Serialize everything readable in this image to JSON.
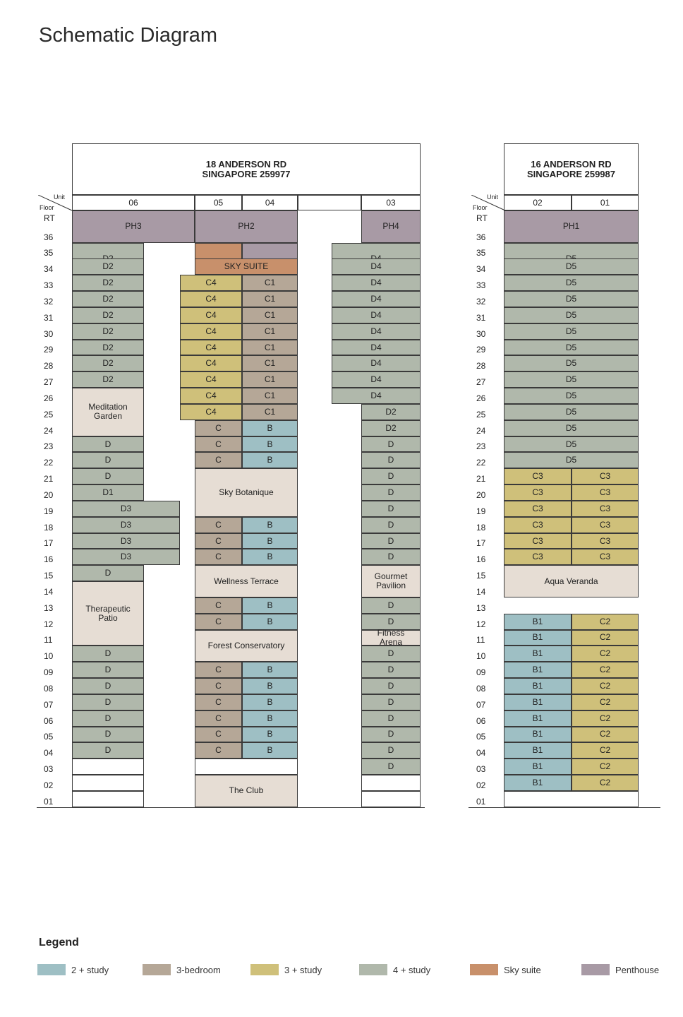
{
  "title": "Schematic Diagram",
  "colors": {
    "two_study": "#9ebfc4",
    "three_bed": "#b5a797",
    "three_study": "#cfc07a",
    "four_study": "#b0b8ab",
    "sky_suite": "#c8906b",
    "penthouse": "#a89aa5",
    "facility": "#e6ddd4",
    "empty": "#ffffff"
  },
  "corner": {
    "unit": "Unit",
    "floor": "Floor"
  },
  "building_18": {
    "address": "18 ANDERSON RD\nSINGAPORE 259977",
    "units": [
      "06",
      "05",
      "04",
      "03"
    ]
  },
  "building_16": {
    "address": "16 ANDERSON RD\nSINGAPORE 259987",
    "units": [
      "02",
      "01"
    ]
  },
  "floors_left": [
    "RT",
    "36",
    "35",
    "34",
    "33",
    "32",
    "31",
    "30",
    "29",
    "28",
    "27",
    "26",
    "25",
    "24",
    "23",
    "22",
    "21",
    "20",
    "19",
    "18",
    "17",
    "16",
    "15",
    "14",
    "13",
    "12",
    "11",
    "10",
    "09",
    "08",
    "07",
    "06",
    "05",
    "04",
    "03",
    "02",
    "01"
  ],
  "floors_right": [
    "RT",
    "36",
    "35",
    "34",
    "33",
    "32",
    "31",
    "30",
    "29",
    "28",
    "27",
    "26",
    "25",
    "24",
    "23",
    "22",
    "21",
    "20",
    "19",
    "18",
    "17",
    "16",
    "15",
    "14",
    "13",
    "12",
    "11",
    "10",
    "09",
    "08",
    "07",
    "06",
    "05",
    "04",
    "03",
    "02",
    "01"
  ],
  "facilities": {
    "sky_suite": "SKY SUITE",
    "meditation_garden": "Meditation\nGarden",
    "sky_botanique": "Sky Botanique",
    "wellness_terrace": "Wellness Terrace",
    "gourmet_pavilion": "Gourmet\nPavilion",
    "therapeutic_patio": "Therapeutic\nPatio",
    "fitness_arena": "Fitness\nArena",
    "forest_conservatory": "Forest Conservatory",
    "the_club": "The Club",
    "aqua_veranda": "Aqua Veranda"
  },
  "unit_types": {
    "PH1": "PH1",
    "PH2": "PH2",
    "PH3": "PH3",
    "PH4": "PH4",
    "D": "D",
    "D1": "D1",
    "D2": "D2",
    "D3": "D3",
    "D4": "D4",
    "D5": "D5",
    "C": "C",
    "C1": "C1",
    "C2": "C2",
    "C3": "C3",
    "C4": "C4",
    "B": "B",
    "B1": "B1"
  },
  "legend": {
    "title": "Legend",
    "items": [
      {
        "label": "2 + study",
        "color": "#9ebfc4"
      },
      {
        "label": "3-bedroom",
        "color": "#b5a797"
      },
      {
        "label": "3 + study",
        "color": "#cfc07a"
      },
      {
        "label": "4 + study",
        "color": "#b0b8ab"
      },
      {
        "label": "Sky suite",
        "color": "#c8906b"
      },
      {
        "label": "Penthouse",
        "color": "#a89aa5"
      }
    ]
  }
}
